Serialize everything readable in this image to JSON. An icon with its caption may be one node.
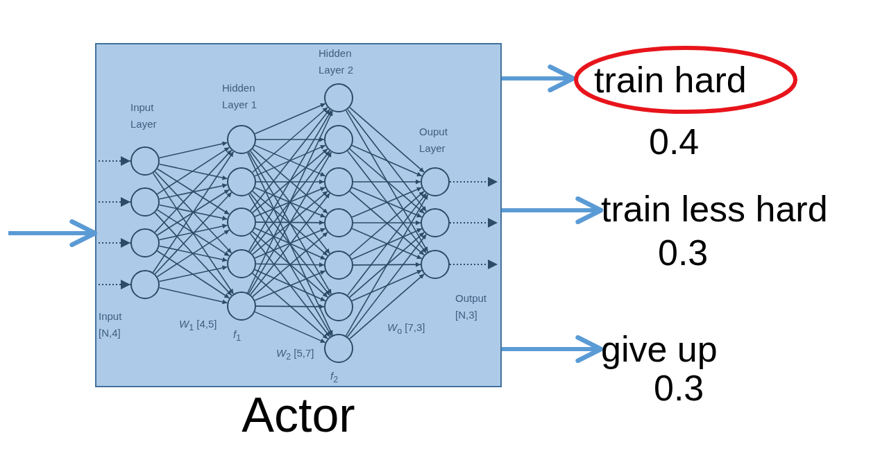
{
  "diagram": {
    "nodes": [
      {
        "text": [
          "Actor"
        ]
      },
      {
        "text": [],
        "shape": "circle",
        "in": 0
      },
      {
        "text": [],
        "shape": "circle",
        "in": 0
      },
      {
        "text": [],
        "shape": "circle",
        "in": 0
      },
      {
        "text": [],
        "shape": "circle",
        "in": 0
      },
      {
        "text": [],
        "shape": "circle",
        "in": 0
      },
      {
        "text": [],
        "shape": "circle",
        "in": 0
      },
      {
        "text": [],
        "shape": "circle",
        "in": 0
      },
      {
        "text": [],
        "shape": "circle",
        "in": 0
      },
      {
        "text": [],
        "shape": "circle",
        "in": 0
      },
      {
        "text": [],
        "shape": "circle",
        "in": 0
      },
      {
        "text": [],
        "shape": "circle",
        "in": 0
      },
      {
        "text": [],
        "shape": "circle",
        "in": 0
      },
      {
        "text": [],
        "shape": "circle",
        "in": 0
      },
      {
        "text": [],
        "shape": "circle",
        "in": 0
      },
      {
        "text": [],
        "shape": "circle",
        "in": 0
      },
      {
        "text": [],
        "shape": "circle",
        "in": 0
      },
      {
        "text": [],
        "shape": "circle",
        "in": 0
      },
      {
        "text": [],
        "shape": "circle",
        "in": 0
      },
      {
        "text": [],
        "shape": "circle",
        "in": 0
      },
      {
        "text": [
          "train hard"
        ],
        "beside": [
          "0.4"
        ]
      },
      {
        "text": [
          "train less hard"
        ],
        "beside": [
          "0.3"
        ]
      },
      {
        "text": [
          "give up"
        ],
        "beside": [
          "0.3"
        ]
      }
    ],
    "edges": [
      {
        "from": null,
        "to": 0,
        "arrow": "to",
        "style": "thick",
        "color": "#5b9bd5"
      },
      {
        "from": null,
        "to": 1,
        "arrow": "to",
        "style": "dashed"
      },
      {
        "from": null,
        "to": 2,
        "arrow": "to",
        "style": "dashed"
      },
      {
        "from": null,
        "to": 3,
        "arrow": "to",
        "style": "dashed"
      },
      {
        "from": null,
        "to": 4,
        "arrow": "to",
        "style": "dashed"
      },
      {
        "from": 1,
        "to": 5,
        "arrow": "to"
      },
      {
        "from": 1,
        "to": 6,
        "arrow": "to"
      },
      {
        "from": 1,
        "to": 7,
        "arrow": "to"
      },
      {
        "from": 1,
        "to": 8,
        "arrow": "to"
      },
      {
        "from": 1,
        "to": 9,
        "arrow": "to"
      },
      {
        "from": 2,
        "to": 5,
        "arrow": "to"
      },
      {
        "from": 2,
        "to": 6,
        "arrow": "to"
      },
      {
        "from": 2,
        "to": 7,
        "arrow": "to"
      },
      {
        "from": 2,
        "to": 8,
        "arrow": "to"
      },
      {
        "from": 2,
        "to": 9,
        "arrow": "to"
      },
      {
        "from": 3,
        "to": 5,
        "arrow": "to"
      },
      {
        "from": 3,
        "to": 6,
        "arrow": "to"
      },
      {
        "from": 3,
        "to": 7,
        "arrow": "to"
      },
      {
        "from": 3,
        "to": 8,
        "arrow": "to"
      },
      {
        "from": 3,
        "to": 9,
        "arrow": "to"
      },
      {
        "from": 4,
        "to": 5,
        "arrow": "to"
      },
      {
        "from": 4,
        "to": 6,
        "arrow": "to"
      },
      {
        "from": 4,
        "to": 7,
        "arrow": "to"
      },
      {
        "from": 4,
        "to": 8,
        "arrow": "to"
      },
      {
        "from": 4,
        "to": 9,
        "arrow": "to"
      },
      {
        "from": 5,
        "to": 10,
        "arrow": "to"
      },
      {
        "from": 5,
        "to": 11,
        "arrow": "to"
      },
      {
        "from": 5,
        "to": 12,
        "arrow": "to"
      },
      {
        "from": 5,
        "to": 13,
        "arrow": "to"
      },
      {
        "from": 5,
        "to": 14,
        "arrow": "to"
      },
      {
        "from": 5,
        "to": 15,
        "arrow": "to"
      },
      {
        "from": 5,
        "to": 16,
        "arrow": "to"
      },
      {
        "from": 6,
        "to": 10,
        "arrow": "to"
      },
      {
        "from": 6,
        "to": 11,
        "arrow": "to"
      },
      {
        "from": 6,
        "to": 12,
        "arrow": "to"
      },
      {
        "from": 6,
        "to": 13,
        "arrow": "to"
      },
      {
        "from": 6,
        "to": 14,
        "arrow": "to"
      },
      {
        "from": 6,
        "to": 15,
        "arrow": "to"
      },
      {
        "from": 6,
        "to": 16,
        "arrow": "to"
      },
      {
        "from": 7,
        "to": 10,
        "arrow": "to"
      },
      {
        "from": 7,
        "to": 11,
        "arrow": "to"
      },
      {
        "from": 7,
        "to": 12,
        "arrow": "to"
      },
      {
        "from": 7,
        "to": 13,
        "arrow": "to"
      },
      {
        "from": 7,
        "to": 14,
        "arrow": "to"
      },
      {
        "from": 7,
        "to": 15,
        "arrow": "to"
      },
      {
        "from": 7,
        "to": 16,
        "arrow": "to"
      },
      {
        "from": 8,
        "to": 10,
        "arrow": "to"
      },
      {
        "from": 8,
        "to": 11,
        "arrow": "to"
      },
      {
        "from": 8,
        "to": 12,
        "arrow": "to"
      },
      {
        "from": 8,
        "to": 13,
        "arrow": "to"
      },
      {
        "from": 8,
        "to": 14,
        "arrow": "to"
      },
      {
        "from": 8,
        "to": 15,
        "arrow": "to"
      },
      {
        "from": 8,
        "to": 16,
        "arrow": "to"
      },
      {
        "from": 9,
        "to": 10,
        "arrow": "to"
      },
      {
        "from": 9,
        "to": 11,
        "arrow": "to"
      },
      {
        "from": 9,
        "to": 12,
        "arrow": "to"
      },
      {
        "from": 9,
        "to": 13,
        "arrow": "to"
      },
      {
        "from": 9,
        "to": 14,
        "arrow": "to"
      },
      {
        "from": 9,
        "to": 15,
        "arrow": "to"
      },
      {
        "from": 9,
        "to": 16,
        "arrow": "to"
      },
      {
        "from": 10,
        "to": 17,
        "arrow": "to"
      },
      {
        "from": 10,
        "to": 18,
        "arrow": "to"
      },
      {
        "from": 10,
        "to": 19,
        "arrow": "to"
      },
      {
        "from": 11,
        "to": 17,
        "arrow": "to"
      },
      {
        "from": 11,
        "to": 18,
        "arrow": "to"
      },
      {
        "from": 11,
        "to": 19,
        "arrow": "to"
      },
      {
        "from": 12,
        "to": 17,
        "arrow": "to"
      },
      {
        "from": 12,
        "to": 18,
        "arrow": "to"
      },
      {
        "from": 12,
        "to": 19,
        "arrow": "to"
      },
      {
        "from": 13,
        "to": 17,
        "arrow": "to"
      },
      {
        "from": 13,
        "to": 18,
        "arrow": "to"
      },
      {
        "from": 13,
        "to": 19,
        "arrow": "to"
      },
      {
        "from": 14,
        "to": 17,
        "arrow": "to"
      },
      {
        "from": 14,
        "to": 18,
        "arrow": "to"
      },
      {
        "from": 14,
        "to": 19,
        "arrow": "to"
      },
      {
        "from": 15,
        "to": 17,
        "arrow": "to"
      },
      {
        "from": 15,
        "to": 18,
        "arrow": "to"
      },
      {
        "from": 15,
        "to": 19,
        "arrow": "to"
      },
      {
        "from": 16,
        "to": 17,
        "arrow": "to"
      },
      {
        "from": 16,
        "to": 18,
        "arrow": "to"
      },
      {
        "from": 16,
        "to": 19,
        "arrow": "to"
      },
      {
        "from": 17,
        "to": null,
        "arrow": "to",
        "style": "dashed"
      },
      {
        "from": 18,
        "to": null,
        "arrow": "to",
        "style": "dashed"
      },
      {
        "from": 19,
        "to": null,
        "arrow": "to",
        "style": "dashed"
      },
      {
        "from": 0,
        "to": 20,
        "arrow": "to",
        "style": "thick",
        "color": "#5b9bd5"
      },
      {
        "from": 0,
        "to": 21,
        "arrow": "to",
        "style": "thick",
        "color": "#5b9bd5"
      },
      {
        "from": 0,
        "to": 22,
        "arrow": "to",
        "style": "thick",
        "color": "#5b9bd5"
      }
    ],
    "labels": [
      "Input Layer",
      "Hidden Layer 1",
      "Hidden Layer 2",
      "Ouput Layer",
      "Input [N,4]",
      "*W*$_{1}$ [4,5]",
      "*f*$_{1}$",
      "*W*$_{2}$ [5,7]",
      "*f*$_{2}$",
      "*W*$_{o}$ [7,3]",
      "Output [N,3]"
    ]
  }
}
